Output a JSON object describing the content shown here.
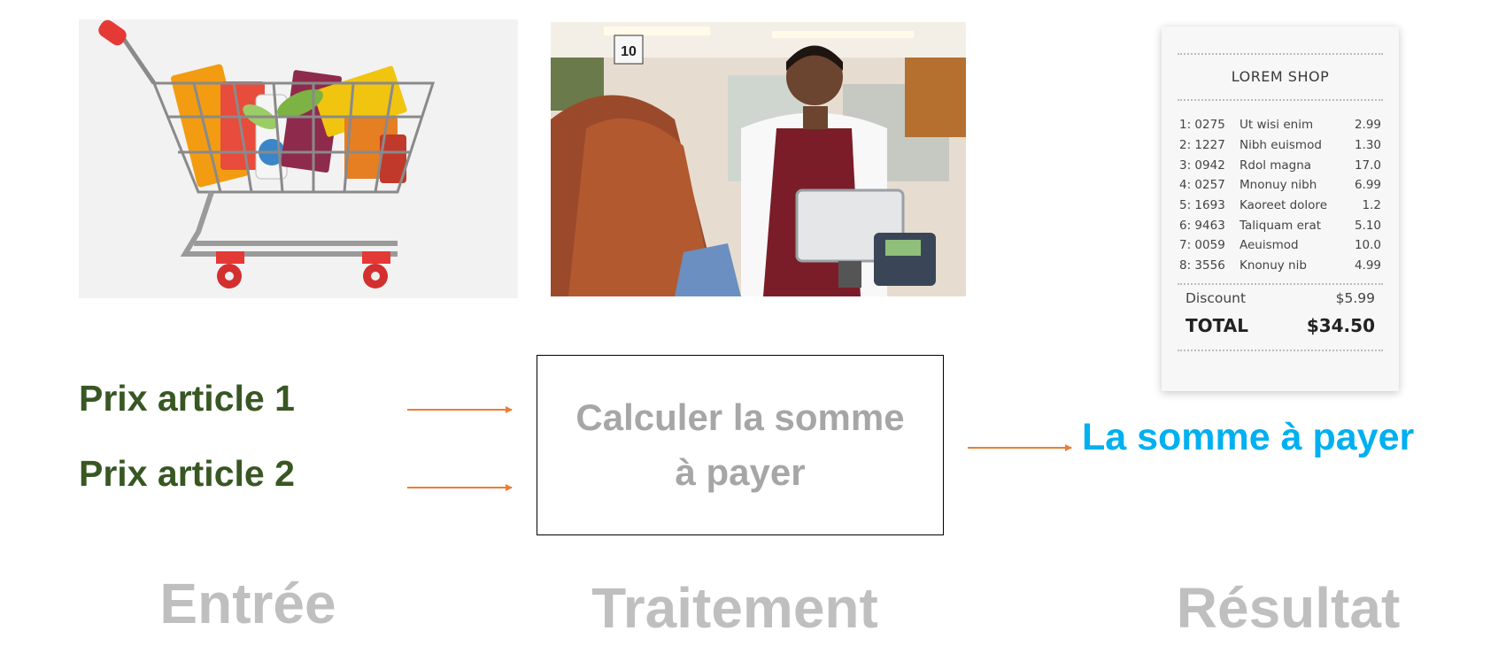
{
  "inputs": {
    "item1": "Prix article 1",
    "item2": "Prix article 2"
  },
  "process": {
    "line1": "Calculer la somme",
    "line2": "à payer"
  },
  "output": {
    "label": "La somme à payer"
  },
  "stages": {
    "input": "Entrée",
    "process": "Traitement",
    "output": "Résultat"
  },
  "cashier_photo": {
    "lane_number": "10"
  },
  "receipt": {
    "shop_name": "LOREM SHOP",
    "lines": [
      {
        "code": "1: 0275",
        "desc": "Ut wisi enim",
        "price": "2.99"
      },
      {
        "code": "2: 1227",
        "desc": "Nibh euismod",
        "price": "1.30"
      },
      {
        "code": "3: 0942",
        "desc": "Rdol magna",
        "price": "17.0"
      },
      {
        "code": "4: 0257",
        "desc": "Mnonuy nibh",
        "price": "6.99"
      },
      {
        "code": "5: 1693",
        "desc": "Kaoreet dolore",
        "price": "1.2"
      },
      {
        "code": "6: 9463",
        "desc": "Taliquam erat",
        "price": "5.10"
      },
      {
        "code": "7: 0059",
        "desc": "Aeuismod",
        "price": "10.0"
      },
      {
        "code": "8: 3556",
        "desc": "Knonuy nib",
        "price": "4.99"
      }
    ],
    "discount_label": "Discount",
    "discount_value": "$5.99",
    "total_label": "TOTAL",
    "total_value": "$34.50"
  },
  "colors": {
    "input_text": "#385723",
    "process_text": "#a6a6a6",
    "output_text": "#00b0f0",
    "stage_text": "#bfbfbf",
    "arrow": "#ed7d31"
  }
}
